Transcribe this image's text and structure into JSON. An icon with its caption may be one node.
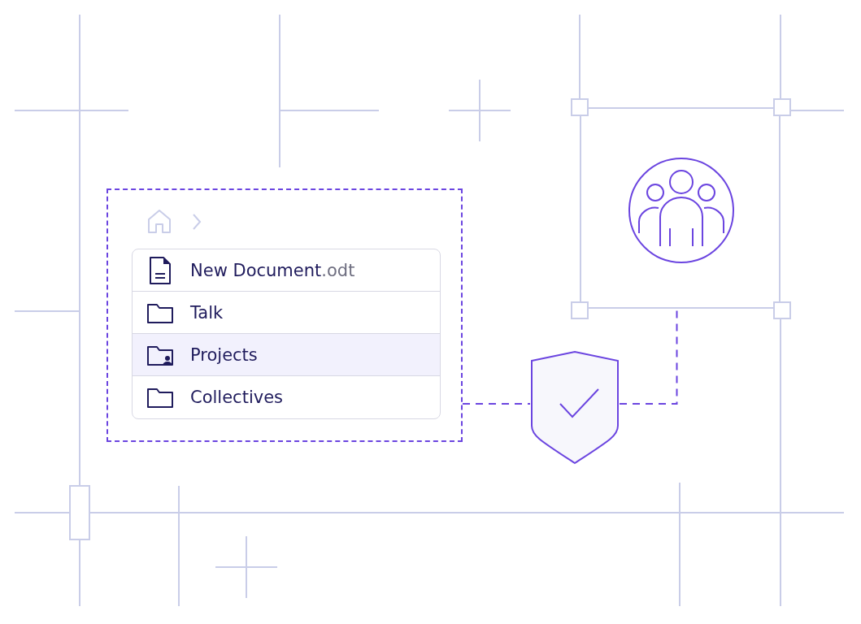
{
  "diagram": {
    "nodes": [
      {
        "text": [],
        "shape": "box"
      },
      {
        "text": [
          "New Document.odt"
        ],
        "in": 0
      },
      {
        "text": [
          "Talk"
        ],
        "in": 0
      },
      {
        "text": [
          "Projects"
        ],
        "in": 0
      },
      {
        "text": [
          "Collectives"
        ],
        "in": 0
      },
      {
        "text": [],
        "shape": "shield"
      },
      {
        "text": [],
        "shape": "box"
      }
    ],
    "edges": [
      {
        "from": 0,
        "to": 5,
        "arrow": "none",
        "style": "dashed"
      },
      {
        "from": 5,
        "to": 6,
        "arrow": "none",
        "style": "dashed"
      }
    ]
  }
}
